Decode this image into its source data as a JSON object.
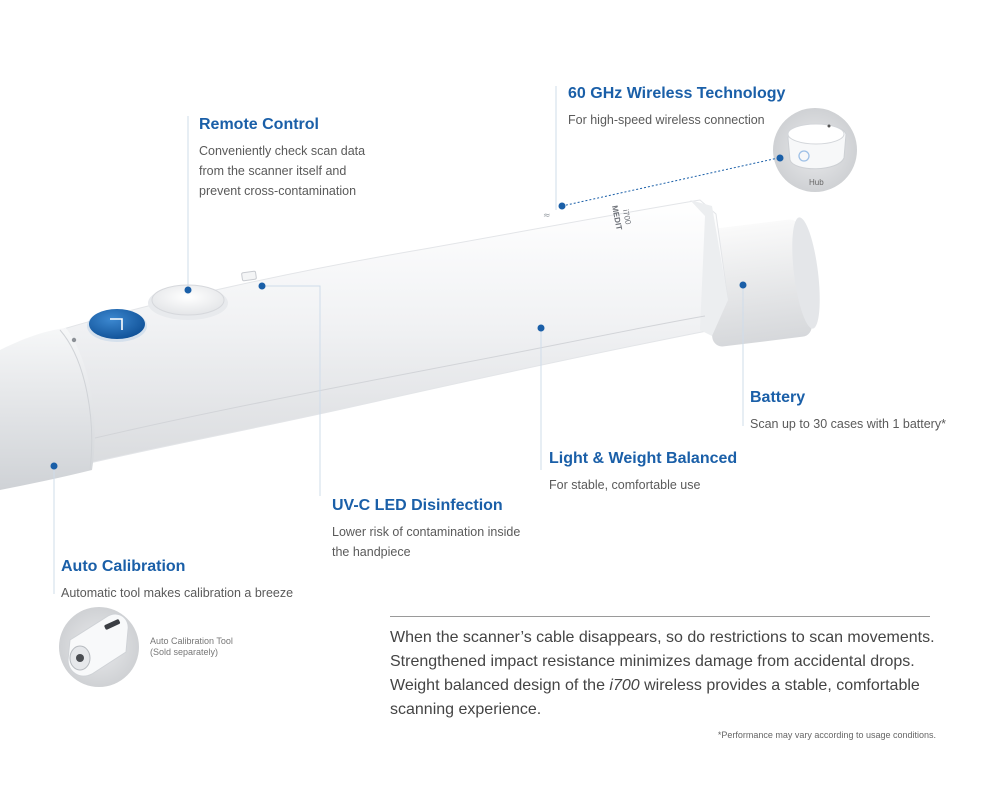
{
  "callouts": {
    "wireless": {
      "title": "60 GHz Wireless Technology",
      "desc": "For high-speed wireless connection"
    },
    "remote": {
      "title": "Remote Control",
      "desc": "Conveniently check scan data\nfrom the  scanner itself and\nprevent cross-contamination"
    },
    "battery": {
      "title": "Battery",
      "desc": "Scan up to 30 cases with 1 battery*"
    },
    "balanced": {
      "title": "Light & Weight Balanced",
      "desc": "For stable, comfortable use"
    },
    "uvc": {
      "title": "UV-C LED Disinfection",
      "desc": "Lower risk of contamination inside\nthe handpiece"
    },
    "calibration": {
      "title": "Auto Calibration",
      "desc": "Automatic tool makes calibration a breeze"
    }
  },
  "hub_label": "Hub",
  "calibration_tool_label": "Auto Calibration Tool\n(Sold separately)",
  "device_branding": {
    "brand": "MEDIT",
    "model": "i700"
  },
  "tagline": {
    "line1": "When the scanner’s cable disappears, so do restrictions to scan movements.",
    "line2": "Strengthened impact resistance minimizes damage from accidental drops.",
    "line3_before": "Weight balanced design of the ",
    "line3_model": "i700",
    "line3_after": " wireless provides a stable, comfortable",
    "line4": "scanning experience."
  },
  "footnote": "*Performance may vary according to usage conditions.",
  "colors": {
    "accent": "#1a5fa8",
    "button_blue": "#1b6ab8",
    "body_white": "#f3f4f6"
  }
}
